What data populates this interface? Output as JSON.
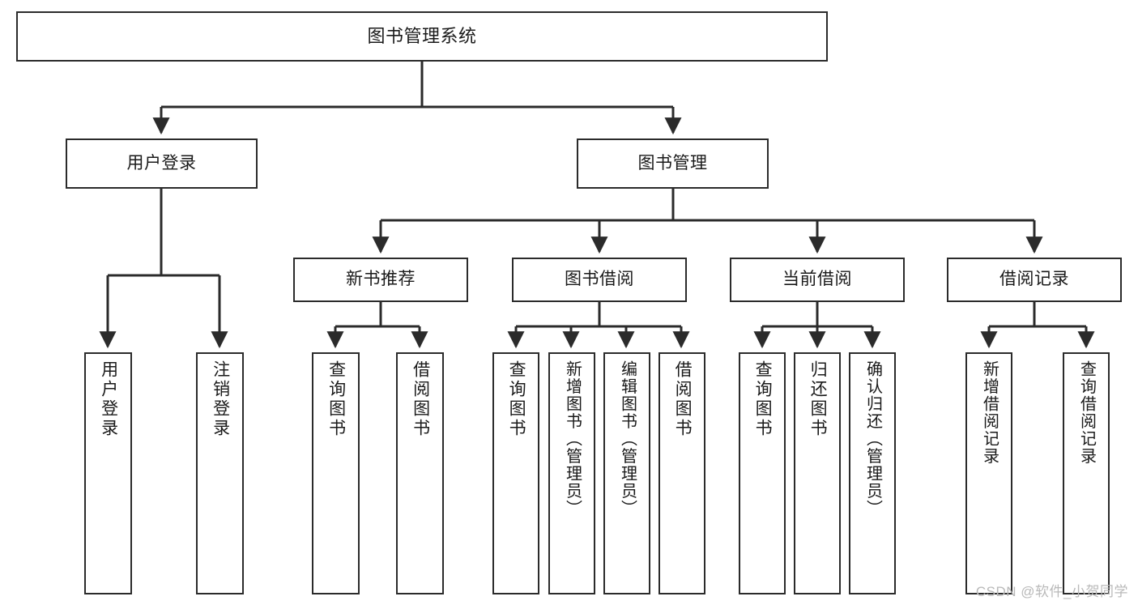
{
  "diagram": {
    "title": "图书管理系统",
    "type": "tree-hierarchy",
    "colors": {
      "box_border": "#2b2b2b",
      "box_fill": "#ffffff",
      "edge": "#2b2b2b",
      "text": "#1a1a1a",
      "watermark": "#b9b9b9",
      "background": "#ffffff"
    }
  },
  "nodes": {
    "root": {
      "label": "图书管理系统"
    },
    "level2": [
      {
        "id": "user-login",
        "label": "用户登录"
      },
      {
        "id": "book-manage",
        "label": "图书管理"
      }
    ],
    "level3": [
      {
        "id": "new-book-recommend",
        "label": "新书推荐"
      },
      {
        "id": "book-borrow",
        "label": "图书借阅"
      },
      {
        "id": "current-borrow",
        "label": "当前借阅"
      },
      {
        "id": "borrow-record",
        "label": "借阅记录"
      }
    ],
    "leaves": {
      "user-login": [
        {
          "id": "leaf-user-login",
          "label": "用户登录"
        },
        {
          "id": "leaf-logout",
          "label": "注销登录"
        }
      ],
      "new-book-recommend": [
        {
          "id": "leaf-query-book-1",
          "label": "查询图书"
        },
        {
          "id": "leaf-borrow-book-1",
          "label": "借阅图书"
        }
      ],
      "book-borrow": [
        {
          "id": "leaf-query-book-2",
          "label": "查询图书"
        },
        {
          "id": "leaf-add-book",
          "label": "新增图书（管理员）"
        },
        {
          "id": "leaf-edit-book",
          "label": "编辑图书（管理员）"
        },
        {
          "id": "leaf-borrow-book-2",
          "label": "借阅图书"
        }
      ],
      "current-borrow": [
        {
          "id": "leaf-query-book-3",
          "label": "查询图书"
        },
        {
          "id": "leaf-return-book",
          "label": "归还图书"
        },
        {
          "id": "leaf-confirm-return",
          "label": "确认归还（管理员）"
        }
      ],
      "borrow-record": [
        {
          "id": "leaf-add-record",
          "label": "新增借阅记录"
        },
        {
          "id": "leaf-query-record",
          "label": "查询借阅记录"
        }
      ]
    }
  },
  "watermark": {
    "text": "CSDN @软件_小贺同学"
  }
}
